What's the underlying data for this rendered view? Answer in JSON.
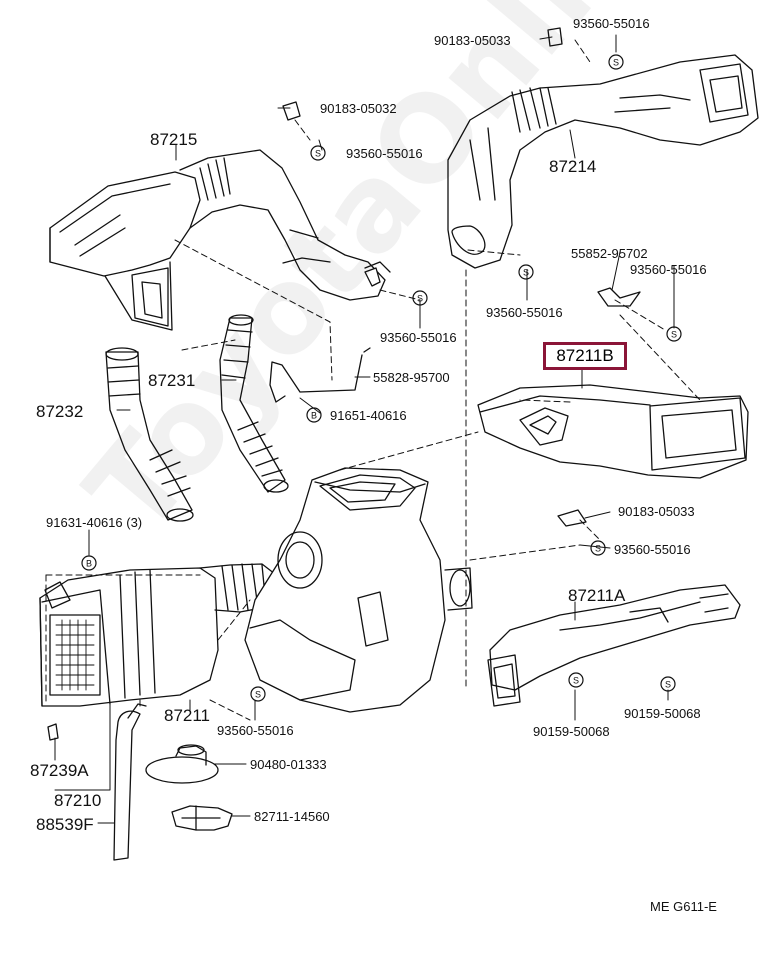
{
  "watermark": "ToyotaOnline.ru",
  "reference": "ME  G611-E",
  "highlight": {
    "part": "87211B",
    "color": "#8b1538"
  },
  "symbols": {
    "s": "S",
    "b": "B"
  },
  "parts": {
    "p87215": "87215",
    "p87214": "87214",
    "p87231": "87231",
    "p87232": "87232",
    "p87211a": "87211A",
    "p87211": "87211",
    "p87239a": "87239A",
    "p87210": "87210",
    "p88539f": "88539F",
    "c90183_05033_top": "90183-05033",
    "c93560_55016_top": "93560-55016",
    "c90183_05032": "90183-05032",
    "c93560_55016_a": "93560-55016",
    "c55852_95702": "55852-95702",
    "c93560_55016_b": "93560-55016",
    "c93560_55016_c": "93560-55016",
    "c93560_55016_d": "93560-55016",
    "c55828_95700": "55828-95700",
    "c91651_40616": "91651-40616",
    "c90183_05033_mid": "90183-05033",
    "c93560_55016_e": "93560-55016",
    "c91631_40616": "91631-40616 (3)",
    "c93560_55016_f": "93560-55016",
    "c90159_50068_a": "90159-50068",
    "c90159_50068_b": "90159-50068",
    "c90480_01333": "90480-01333",
    "c82711_14560": "82711-14560"
  }
}
